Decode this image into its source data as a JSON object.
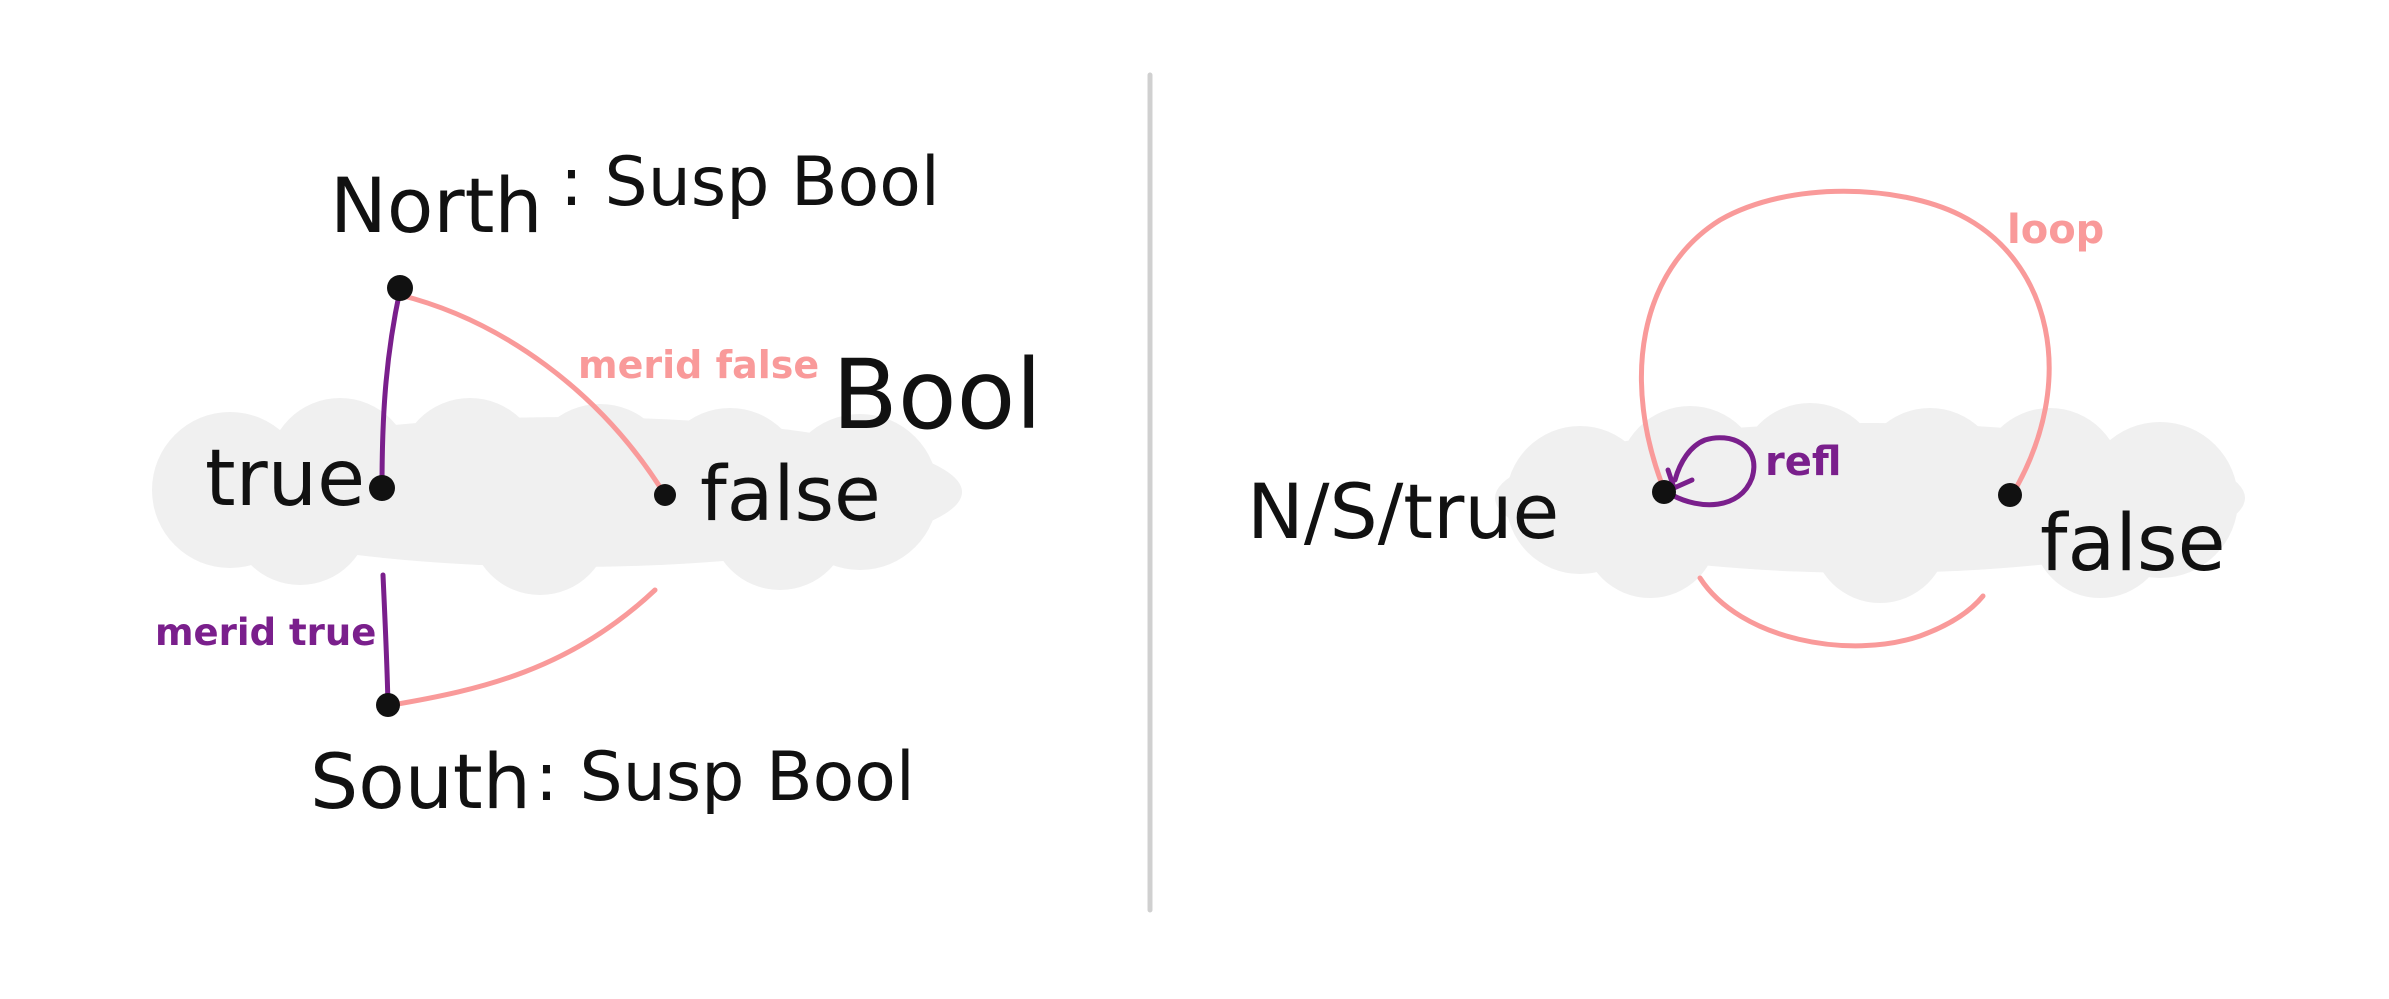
{
  "colors": {
    "background": "#ffffff",
    "cloud": "#f0f0f0",
    "divider": "#d0d0d0",
    "ink": "#111111",
    "pink": "#f99a9a",
    "purple": "#7a1f8c"
  },
  "left": {
    "north_label": "North",
    "north_type": ": Susp Bool",
    "south_label": "South",
    "south_type": ": Susp Bool",
    "true_label": "true",
    "false_label": "false",
    "bool_label": "Bool",
    "merid_false_label": "merid false",
    "merid_true_label": "merid true"
  },
  "right": {
    "nstrue_label": "N/S/true",
    "false_label": "false",
    "loop_label": "loop",
    "refl_label": "refl"
  }
}
